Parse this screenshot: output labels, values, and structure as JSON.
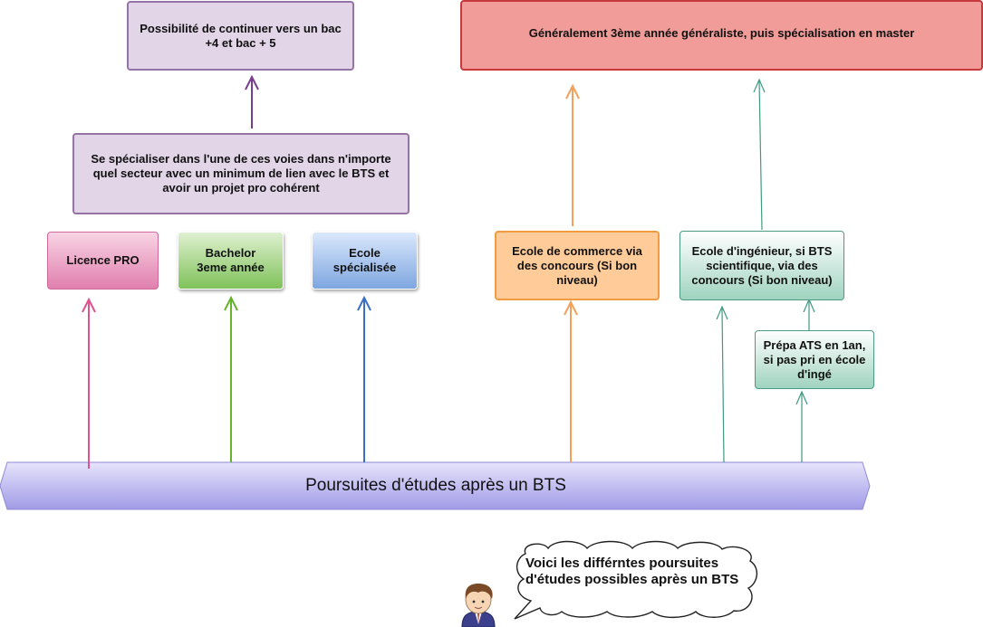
{
  "diagram": {
    "top_left_box": "Possibilité de continuer vers un bac +4 et bac + 5",
    "top_right_box": "Généralement 3ème année généraliste, puis spécialisation en master",
    "middle_box": "Se spécialiser dans l'une de ces voies dans n'importe quel secteur avec un minimum de lien avec le BTS et avoir un projet pro cohérent",
    "options": {
      "licence_pro": "Licence PRO",
      "bachelor": "Bachelor 3eme année",
      "ecole_specialisee": "Ecole spécialisée",
      "ecole_commerce": "Ecole de commerce via des concours (Si bon niveau)",
      "ecole_ingenieur": "Ecole d'ingénieur, si BTS scientifique, via des concours (Si bon niveau)",
      "prepa_ats": "Prépa ATS en 1an, si pas pri en école d'ingé"
    },
    "banner": "Poursuites d'études après un BTS",
    "speech_bubble": "Voici les différntes poursuites d'études possibles après un BTS"
  },
  "colors": {
    "purple_border": "#9673a6",
    "purple_fill": "#e1d5e7",
    "red_fill": "#f19c99",
    "red_border": "#c8393d",
    "pink_arrow": "#e0528f",
    "green_arrow": "#66b32e",
    "blue_arrow": "#3a6fc4",
    "orange_arrow": "#f5a05a",
    "teal_arrow": "#3f9a80",
    "banner_fill": "#c3bff1"
  }
}
